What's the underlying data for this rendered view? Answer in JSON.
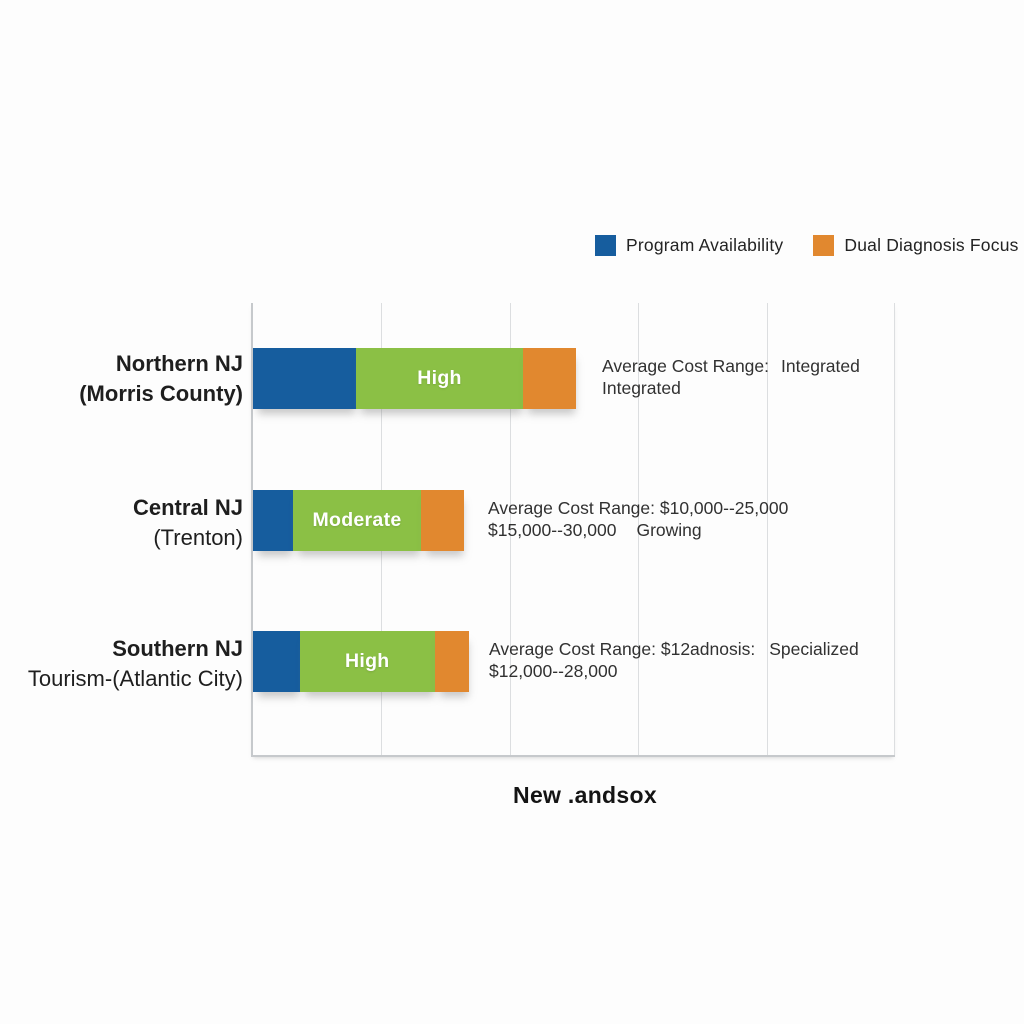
{
  "legend": {
    "items": [
      {
        "label": "Program Availability",
        "color": "#165D9E"
      },
      {
        "label": "Dual Diagnosis Focus",
        "color": "#E1882F"
      }
    ]
  },
  "axis_title": "New .andsox",
  "rows": [
    {
      "label_line1": "Northern NJ",
      "label_line2": "(Morris County)",
      "bar_label": "High",
      "annotation": {
        "line1a": "Average Cost Range:",
        "line1b": "Integrated",
        "line2a": "Integrated",
        "line2b": ""
      }
    },
    {
      "label_line1": "Central NJ",
      "label_line2": "(Trenton)",
      "bar_label": "Moderate",
      "annotation": {
        "line1a": "Average Cost Range: $10,000--25,000",
        "line1b": "",
        "line2a": "$15,000--30,000",
        "line2b": "Growing"
      }
    },
    {
      "label_line1": "Southern NJ",
      "label_line2": "Tourism-(Atlantic City)",
      "bar_label": "High",
      "annotation": {
        "line1a": "Average Cost Range: $12adnosis:",
        "line1b": "Specialized",
        "line2a": "$12,000--28,000",
        "line2b": ""
      }
    }
  ],
  "chart_data": {
    "type": "bar",
    "subtype": "horizontal_stacked",
    "title": "",
    "xlabel": "New .andsox",
    "ylabel": "",
    "categories": [
      "Northern NJ (Morris County)",
      "Central NJ (Trenton)",
      "Southern NJ Tourism-(Atlantic City)"
    ],
    "series": [
      {
        "name": "Program Availability",
        "color": "#165D9E",
        "values_pct": [
          16.0,
          6.2,
          7.3
        ]
      },
      {
        "name": "",
        "color": "#8BC045",
        "values_pct": [
          26.1,
          20.0,
          21.0
        ],
        "segment_labels": [
          "High",
          "Moderate",
          "High"
        ]
      },
      {
        "name": "Dual Diagnosis Focus",
        "color": "#E1882F",
        "values_pct": [
          8.2,
          6.7,
          5.4
        ]
      }
    ],
    "x_axis": {
      "min": 0,
      "max": 100,
      "gridlines_pct": [
        20,
        40,
        60,
        80,
        100
      ],
      "tick_labels_visible": false
    },
    "grid": "vertical",
    "legend_position": "top-right",
    "bar_text_annotations": [
      [
        "Average Cost Range:  Integrated",
        "Integrated"
      ],
      [
        "Average Cost Range: $10,000--25,000",
        "$15,000--30,000  Growing"
      ],
      [
        "Average Cost Range: $12adnosis:  Specialized",
        "$12,000--28,000"
      ]
    ]
  }
}
